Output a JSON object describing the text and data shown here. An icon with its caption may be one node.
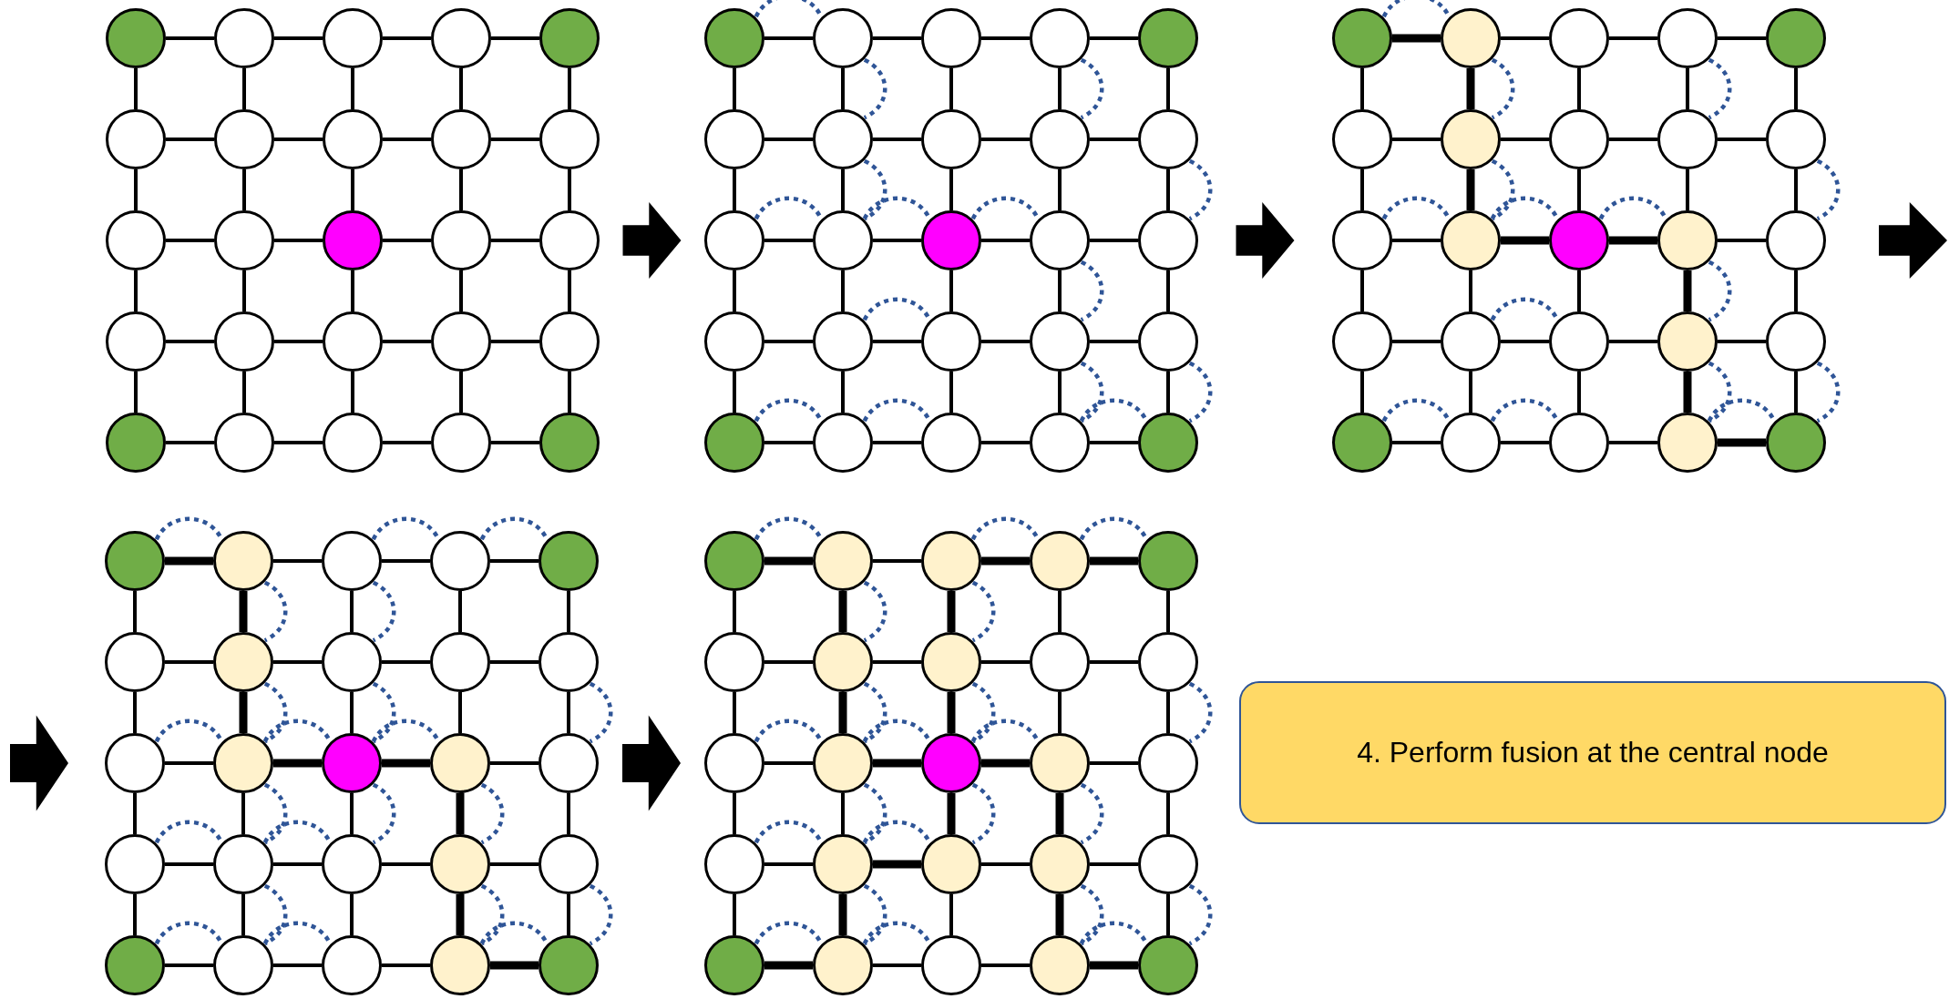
{
  "diagram": {
    "nodes": [
      {
        "text": [],
        "shape": "circle"
      },
      {
        "text": [],
        "shape": "circle"
      },
      {
        "text": [],
        "shape": "circle"
      },
      {
        "text": [],
        "shape": "circle"
      },
      {
        "text": [],
        "shape": "circle"
      },
      {
        "text": [],
        "shape": "circle"
      },
      {
        "text": [],
        "shape": "circle"
      },
      {
        "text": [],
        "shape": "circle"
      },
      {
        "text": [],
        "shape": "circle"
      },
      {
        "text": [],
        "shape": "circle"
      },
      {
        "text": [],
        "shape": "circle"
      },
      {
        "text": [],
        "shape": "circle"
      },
      {
        "text": [],
        "shape": "circle"
      },
      {
        "text": [],
        "shape": "circle"
      },
      {
        "text": [],
        "shape": "circle"
      },
      {
        "text": [],
        "shape": "circle"
      },
      {
        "text": [],
        "shape": "circle"
      },
      {
        "text": [],
        "shape": "circle"
      },
      {
        "text": [],
        "shape": "circle"
      },
      {
        "text": [],
        "shape": "circle"
      },
      {
        "text": [],
        "shape": "circle"
      },
      {
        "text": [],
        "shape": "circle"
      },
      {
        "text": [],
        "shape": "circle"
      },
      {
        "text": [],
        "shape": "circle"
      },
      {
        "text": [],
        "shape": "circle"
      },
      {
        "text": [],
        "shape": "circle"
      },
      {
        "text": [],
        "shape": "circle"
      },
      {
        "text": [],
        "shape": "circle"
      },
      {
        "text": [],
        "shape": "circle"
      },
      {
        "text": [],
        "shape": "circle"
      },
      {
        "text": [],
        "shape": "circle"
      },
      {
        "text": [],
        "shape": "circle"
      },
      {
        "text": [],
        "shape": "circle"
      },
      {
        "text": [],
        "shape": "circle"
      },
      {
        "text": [],
        "shape": "circle"
      },
      {
        "text": [],
        "shape": "circle"
      },
      {
        "text": [],
        "shape": "circle"
      },
      {
        "text": [],
        "shape": "circle"
      },
      {
        "text": [],
        "shape": "circle"
      },
      {
        "text": [],
        "shape": "circle"
      },
      {
        "text": [],
        "shape": "circle"
      },
      {
        "text": [],
        "shape": "circle"
      },
      {
        "text": [],
        "shape": "circle"
      },
      {
        "text": [],
        "shape": "circle"
      },
      {
        "text": [],
        "shape": "circle"
      },
      {
        "text": [],
        "shape": "circle"
      },
      {
        "text": [],
        "shape": "circle"
      },
      {
        "text": [],
        "shape": "circle"
      },
      {
        "text": [],
        "shape": "circle"
      },
      {
        "text": [],
        "shape": "circle"
      },
      {
        "text": [],
        "shape": "circle"
      },
      {
        "text": [],
        "shape": "circle"
      },
      {
        "text": [],
        "shape": "circle"
      },
      {
        "text": [],
        "shape": "circle"
      },
      {
        "text": [],
        "shape": "circle"
      },
      {
        "text": [],
        "shape": "circle"
      },
      {
        "text": [],
        "shape": "circle"
      },
      {
        "text": [],
        "shape": "circle"
      },
      {
        "text": [],
        "shape": "circle"
      },
      {
        "text": [],
        "shape": "circle"
      },
      {
        "text": [],
        "shape": "circle"
      },
      {
        "text": [],
        "shape": "circle"
      },
      {
        "text": [],
        "shape": "circle"
      },
      {
        "text": [],
        "shape": "circle"
      },
      {
        "text": [],
        "shape": "circle"
      },
      {
        "text": [],
        "shape": "circle"
      },
      {
        "text": [],
        "shape": "circle"
      },
      {
        "text": [],
        "shape": "circle"
      },
      {
        "text": [],
        "shape": "circle"
      },
      {
        "text": [],
        "shape": "circle"
      },
      {
        "text": [],
        "shape": "circle"
      },
      {
        "text": [],
        "shape": "circle"
      },
      {
        "text": [],
        "shape": "circle"
      },
      {
        "text": [],
        "shape": "circle"
      },
      {
        "text": [],
        "shape": "circle"
      },
      {
        "text": [],
        "shape": "circle"
      },
      {
        "text": [],
        "shape": "circle"
      },
      {
        "text": [],
        "shape": "circle"
      },
      {
        "text": [],
        "shape": "circle"
      },
      {
        "text": [],
        "shape": "circle"
      },
      {
        "text": [],
        "shape": "circle"
      },
      {
        "text": [],
        "shape": "circle"
      },
      {
        "text": [],
        "shape": "circle"
      },
      {
        "text": [],
        "shape": "circle"
      },
      {
        "text": [],
        "shape": "circle"
      },
      {
        "text": [],
        "shape": "circle"
      },
      {
        "text": [],
        "shape": "circle"
      },
      {
        "text": [],
        "shape": "circle"
      },
      {
        "text": [],
        "shape": "circle"
      },
      {
        "text": [],
        "shape": "circle"
      },
      {
        "text": [],
        "shape": "circle"
      },
      {
        "text": [],
        "shape": "circle"
      },
      {
        "text": [],
        "shape": "circle"
      },
      {
        "text": [],
        "shape": "circle"
      },
      {
        "text": [],
        "shape": "circle"
      },
      {
        "text": [],
        "shape": "circle"
      },
      {
        "text": [],
        "shape": "circle"
      },
      {
        "text": [],
        "shape": "circle"
      },
      {
        "text": [],
        "shape": "circle"
      },
      {
        "text": [],
        "shape": "circle"
      },
      {
        "text": [],
        "shape": "circle"
      },
      {
        "text": [],
        "shape": "circle"
      },
      {
        "text": [],
        "shape": "circle"
      },
      {
        "text": [],
        "shape": "circle"
      },
      {
        "text": [],
        "shape": "circle"
      },
      {
        "text": [],
        "shape": "circle"
      },
      {
        "text": [],
        "shape": "circle"
      },
      {
        "text": [],
        "shape": "circle"
      },
      {
        "text": [],
        "shape": "circle"
      },
      {
        "text": [],
        "shape": "circle"
      },
      {
        "text": [],
        "shape": "circle"
      },
      {
        "text": [],
        "shape": "circle"
      },
      {
        "text": [],
        "shape": "circle"
      },
      {
        "text": [],
        "shape": "circle"
      },
      {
        "text": [],
        "shape": "circle"
      },
      {
        "text": [],
        "shape": "circle"
      },
      {
        "text": [],
        "shape": "circle"
      },
      {
        "text": [],
        "shape": "circle"
      },
      {
        "text": [],
        "shape": "circle"
      },
      {
        "text": [],
        "shape": "circle"
      },
      {
        "text": [],
        "shape": "circle"
      },
      {
        "text": [],
        "shape": "circle"
      },
      {
        "text": [],
        "shape": "circle"
      },
      {
        "text": [],
        "shape": "circle"
      },
      {
        "text": [],
        "shape": "circle"
      },
      {
        "text": [
          "4. Perform fusion at the central node"
        ]
      }
    ],
    "edges": [
      {
        "from": 0,
        "to": 1,
        "arrow": "none"
      },
      {
        "from": 1,
        "to": 2,
        "arrow": "none"
      },
      {
        "from": 2,
        "to": 3,
        "arrow": "none"
      },
      {
        "from": 3,
        "to": 4,
        "arrow": "none"
      },
      {
        "from": 5,
        "to": 6,
        "arrow": "none"
      },
      {
        "from": 6,
        "to": 7,
        "arrow": "none"
      },
      {
        "from": 7,
        "to": 8,
        "arrow": "none"
      },
      {
        "from": 8,
        "to": 9,
        "arrow": "none"
      },
      {
        "from": 10,
        "to": 11,
        "arrow": "none"
      },
      {
        "from": 11,
        "to": 12,
        "arrow": "none"
      },
      {
        "from": 12,
        "to": 13,
        "arrow": "none"
      },
      {
        "from": 13,
        "to": 14,
        "arrow": "none"
      },
      {
        "from": 15,
        "to": 16,
        "arrow": "none"
      },
      {
        "from": 16,
        "to": 17,
        "arrow": "none"
      },
      {
        "from": 17,
        "to": 18,
        "arrow": "none"
      },
      {
        "from": 18,
        "to": 19,
        "arrow": "none"
      },
      {
        "from": 20,
        "to": 21,
        "arrow": "none"
      },
      {
        "from": 21,
        "to": 22,
        "arrow": "none"
      },
      {
        "from": 22,
        "to": 23,
        "arrow": "none"
      },
      {
        "from": 23,
        "to": 24,
        "arrow": "none"
      },
      {
        "from": 0,
        "to": 5,
        "arrow": "none"
      },
      {
        "from": 1,
        "to": 6,
        "arrow": "none"
      },
      {
        "from": 2,
        "to": 7,
        "arrow": "none"
      },
      {
        "from": 3,
        "to": 8,
        "arrow": "none"
      },
      {
        "from": 4,
        "to": 9,
        "arrow": "none"
      },
      {
        "from": 5,
        "to": 10,
        "arrow": "none"
      },
      {
        "from": 6,
        "to": 11,
        "arrow": "none"
      },
      {
        "from": 7,
        "to": 12,
        "arrow": "none"
      },
      {
        "from": 8,
        "to": 13,
        "arrow": "none"
      },
      {
        "from": 9,
        "to": 14,
        "arrow": "none"
      },
      {
        "from": 10,
        "to": 15,
        "arrow": "none"
      },
      {
        "from": 11,
        "to": 16,
        "arrow": "none"
      },
      {
        "from": 12,
        "to": 17,
        "arrow": "none"
      },
      {
        "from": 13,
        "to": 18,
        "arrow": "none"
      },
      {
        "from": 14,
        "to": 19,
        "arrow": "none"
      },
      {
        "from": 15,
        "to": 20,
        "arrow": "none"
      },
      {
        "from": 16,
        "to": 21,
        "arrow": "none"
      },
      {
        "from": 17,
        "to": 22,
        "arrow": "none"
      },
      {
        "from": 18,
        "to": 23,
        "arrow": "none"
      },
      {
        "from": 19,
        "to": 24,
        "arrow": "none"
      },
      {
        "from": 25,
        "to": 26,
        "arrow": "none"
      },
      {
        "from": 26,
        "to": 27,
        "arrow": "none"
      },
      {
        "from": 27,
        "to": 28,
        "arrow": "none"
      },
      {
        "from": 28,
        "to": 29,
        "arrow": "none"
      },
      {
        "from": 30,
        "to": 31,
        "arrow": "none"
      },
      {
        "from": 31,
        "to": 32,
        "arrow": "none"
      },
      {
        "from": 32,
        "to": 33,
        "arrow": "none"
      },
      {
        "from": 33,
        "to": 34,
        "arrow": "none"
      },
      {
        "from": 35,
        "to": 36,
        "arrow": "none"
      },
      {
        "from": 36,
        "to": 37,
        "arrow": "none"
      },
      {
        "from": 37,
        "to": 38,
        "arrow": "none"
      },
      {
        "from": 38,
        "to": 39,
        "arrow": "none"
      },
      {
        "from": 40,
        "to": 41,
        "arrow": "none"
      },
      {
        "from": 41,
        "to": 42,
        "arrow": "none"
      },
      {
        "from": 42,
        "to": 43,
        "arrow": "none"
      },
      {
        "from": 43,
        "to": 44,
        "arrow": "none"
      },
      {
        "from": 45,
        "to": 46,
        "arrow": "none"
      },
      {
        "from": 46,
        "to": 47,
        "arrow": "none"
      },
      {
        "from": 47,
        "to": 48,
        "arrow": "none"
      },
      {
        "from": 48,
        "to": 49,
        "arrow": "none"
      },
      {
        "from": 25,
        "to": 30,
        "arrow": "none"
      },
      {
        "from": 26,
        "to": 31,
        "arrow": "none"
      },
      {
        "from": 27,
        "to": 32,
        "arrow": "none"
      },
      {
        "from": 28,
        "to": 33,
        "arrow": "none"
      },
      {
        "from": 29,
        "to": 34,
        "arrow": "none"
      },
      {
        "from": 30,
        "to": 35,
        "arrow": "none"
      },
      {
        "from": 31,
        "to": 36,
        "arrow": "none"
      },
      {
        "from": 32,
        "to": 37,
        "arrow": "none"
      },
      {
        "from": 33,
        "to": 38,
        "arrow": "none"
      },
      {
        "from": 34,
        "to": 39,
        "arrow": "none"
      },
      {
        "from": 35,
        "to": 40,
        "arrow": "none"
      },
      {
        "from": 36,
        "to": 41,
        "arrow": "none"
      },
      {
        "from": 37,
        "to": 42,
        "arrow": "none"
      },
      {
        "from": 38,
        "to": 43,
        "arrow": "none"
      },
      {
        "from": 39,
        "to": 44,
        "arrow": "none"
      },
      {
        "from": 40,
        "to": 45,
        "arrow": "none"
      },
      {
        "from": 41,
        "to": 46,
        "arrow": "none"
      },
      {
        "from": 42,
        "to": 47,
        "arrow": "none"
      },
      {
        "from": 43,
        "to": 48,
        "arrow": "none"
      },
      {
        "from": 44,
        "to": 49,
        "arrow": "none"
      },
      {
        "from": 25,
        "to": 26,
        "arrow": "none",
        "style": "dashed",
        "color": "#2f5597"
      },
      {
        "from": 35,
        "to": 36,
        "arrow": "none",
        "style": "dashed",
        "color": "#2f5597"
      },
      {
        "from": 36,
        "to": 37,
        "arrow": "none",
        "style": "dashed",
        "color": "#2f5597"
      },
      {
        "from": 37,
        "to": 38,
        "arrow": "none",
        "style": "dashed",
        "color": "#2f5597"
      },
      {
        "from": 41,
        "to": 42,
        "arrow": "none",
        "style": "dashed",
        "color": "#2f5597"
      },
      {
        "from": 45,
        "to": 46,
        "arrow": "none",
        "style": "dashed",
        "color": "#2f5597"
      },
      {
        "from": 46,
        "to": 47,
        "arrow": "none",
        "style": "dashed",
        "color": "#2f5597"
      },
      {
        "from": 48,
        "to": 49,
        "arrow": "none",
        "style": "dashed",
        "color": "#2f5597"
      },
      {
        "from": 26,
        "to": 31,
        "arrow": "none",
        "style": "dashed",
        "color": "#2f5597"
      },
      {
        "from": 28,
        "to": 33,
        "arrow": "none",
        "style": "dashed",
        "color": "#2f5597"
      },
      {
        "from": 31,
        "to": 36,
        "arrow": "none",
        "style": "dashed",
        "color": "#2f5597"
      },
      {
        "from": 34,
        "to": 39,
        "arrow": "none",
        "style": "dashed",
        "color": "#2f5597"
      },
      {
        "from": 38,
        "to": 43,
        "arrow": "none",
        "style": "dashed",
        "color": "#2f5597"
      },
      {
        "from": 43,
        "to": 48,
        "arrow": "none",
        "style": "dashed",
        "color": "#2f5597"
      },
      {
        "from": 44,
        "to": 49,
        "arrow": "none",
        "style": "dashed",
        "color": "#2f5597"
      },
      {
        "from": 50,
        "to": 51,
        "arrow": "none",
        "style": "thick"
      },
      {
        "from": 51,
        "to": 52,
        "arrow": "none"
      },
      {
        "from": 52,
        "to": 53,
        "arrow": "none"
      },
      {
        "from": 53,
        "to": 54,
        "arrow": "none"
      },
      {
        "from": 55,
        "to": 56,
        "arrow": "none"
      },
      {
        "from": 56,
        "to": 57,
        "arrow": "none"
      },
      {
        "from": 57,
        "to": 58,
        "arrow": "none"
      },
      {
        "from": 58,
        "to": 59,
        "arrow": "none"
      },
      {
        "from": 60,
        "to": 61,
        "arrow": "none"
      },
      {
        "from": 61,
        "to": 62,
        "arrow": "none",
        "style": "thick"
      },
      {
        "from": 62,
        "to": 63,
        "arrow": "none",
        "style": "thick"
      },
      {
        "from": 63,
        "to": 64,
        "arrow": "none"
      },
      {
        "from": 65,
        "to": 66,
        "arrow": "none"
      },
      {
        "from": 66,
        "to": 67,
        "arrow": "none"
      },
      {
        "from": 67,
        "to": 68,
        "arrow": "none"
      },
      {
        "from": 68,
        "to": 69,
        "arrow": "none"
      },
      {
        "from": 70,
        "to": 71,
        "arrow": "none"
      },
      {
        "from": 71,
        "to": 72,
        "arrow": "none"
      },
      {
        "from": 72,
        "to": 73,
        "arrow": "none"
      },
      {
        "from": 73,
        "to": 74,
        "arrow": "none",
        "style": "thick"
      },
      {
        "from": 50,
        "to": 55,
        "arrow": "none"
      },
      {
        "from": 51,
        "to": 56,
        "arrow": "none",
        "style": "thick"
      },
      {
        "from": 52,
        "to": 57,
        "arrow": "none"
      },
      {
        "from": 53,
        "to": 58,
        "arrow": "none"
      },
      {
        "from": 54,
        "to": 59,
        "arrow": "none"
      },
      {
        "from": 55,
        "to": 60,
        "arrow": "none"
      },
      {
        "from": 56,
        "to": 61,
        "arrow": "none",
        "style": "thick"
      },
      {
        "from": 57,
        "to": 62,
        "arrow": "none"
      },
      {
        "from": 58,
        "to": 63,
        "arrow": "none"
      },
      {
        "from": 59,
        "to": 64,
        "arrow": "none"
      },
      {
        "from": 60,
        "to": 65,
        "arrow": "none"
      },
      {
        "from": 61,
        "to": 66,
        "arrow": "none"
      },
      {
        "from": 62,
        "to": 67,
        "arrow": "none"
      },
      {
        "from": 63,
        "to": 68,
        "arrow": "none",
        "style": "thick"
      },
      {
        "from": 64,
        "to": 69,
        "arrow": "none"
      },
      {
        "from": 65,
        "to": 70,
        "arrow": "none"
      },
      {
        "from": 66,
        "to": 71,
        "arrow": "none"
      },
      {
        "from": 67,
        "to": 72,
        "arrow": "none"
      },
      {
        "from": 68,
        "to": 73,
        "arrow": "none",
        "style": "thick"
      },
      {
        "from": 69,
        "to": 74,
        "arrow": "none"
      },
      {
        "from": 50,
        "to": 51,
        "arrow": "none",
        "style": "dashed",
        "color": "#2f5597"
      },
      {
        "from": 60,
        "to": 61,
        "arrow": "none",
        "style": "dashed",
        "color": "#2f5597"
      },
      {
        "from": 61,
        "to": 62,
        "arrow": "none",
        "style": "dashed",
        "color": "#2f5597"
      },
      {
        "from": 62,
        "to": 63,
        "arrow": "none",
        "style": "dashed",
        "color": "#2f5597"
      },
      {
        "from": 66,
        "to": 67,
        "arrow": "none",
        "style": "dashed",
        "color": "#2f5597"
      },
      {
        "from": 70,
        "to": 71,
        "arrow": "none",
        "style": "dashed",
        "color": "#2f5597"
      },
      {
        "from": 71,
        "to": 72,
        "arrow": "none",
        "style": "dashed",
        "color": "#2f5597"
      },
      {
        "from": 73,
        "to": 74,
        "arrow": "none",
        "style": "dashed",
        "color": "#2f5597"
      },
      {
        "from": 51,
        "to": 56,
        "arrow": "none",
        "style": "dashed",
        "color": "#2f5597"
      },
      {
        "from": 53,
        "to": 58,
        "arrow": "none",
        "style": "dashed",
        "color": "#2f5597"
      },
      {
        "from": 56,
        "to": 61,
        "arrow": "none",
        "style": "dashed",
        "color": "#2f5597"
      },
      {
        "from": 59,
        "to": 64,
        "arrow": "none",
        "style": "dashed",
        "color": "#2f5597"
      },
      {
        "from": 63,
        "to": 68,
        "arrow": "none",
        "style": "dashed",
        "color": "#2f5597"
      },
      {
        "from": 68,
        "to": 73,
        "arrow": "none",
        "style": "dashed",
        "color": "#2f5597"
      },
      {
        "from": 69,
        "to": 74,
        "arrow": "none",
        "style": "dashed",
        "color": "#2f5597"
      },
      {
        "from": 75,
        "to": 76,
        "arrow": "none",
        "style": "thick"
      },
      {
        "from": 76,
        "to": 77,
        "arrow": "none"
      },
      {
        "from": 77,
        "to": 78,
        "arrow": "none"
      },
      {
        "from": 78,
        "to": 79,
        "arrow": "none"
      },
      {
        "from": 80,
        "to": 81,
        "arrow": "none"
      },
      {
        "from": 81,
        "to": 82,
        "arrow": "none"
      },
      {
        "from": 82,
        "to": 83,
        "arrow": "none"
      },
      {
        "from": 83,
        "to": 84,
        "arrow": "none"
      },
      {
        "from": 85,
        "to": 86,
        "arrow": "none"
      },
      {
        "from": 86,
        "to": 87,
        "arrow": "none",
        "style": "thick"
      },
      {
        "from": 87,
        "to": 88,
        "arrow": "none",
        "style": "thick"
      },
      {
        "from": 88,
        "to": 89,
        "arrow": "none"
      },
      {
        "from": 90,
        "to": 91,
        "arrow": "none"
      },
      {
        "from": 91,
        "to": 92,
        "arrow": "none"
      },
      {
        "from": 92,
        "to": 93,
        "arrow": "none"
      },
      {
        "from": 93,
        "to": 94,
        "arrow": "none"
      },
      {
        "from": 95,
        "to": 96,
        "arrow": "none"
      },
      {
        "from": 96,
        "to": 97,
        "arrow": "none"
      },
      {
        "from": 97,
        "to": 98,
        "arrow": "none"
      },
      {
        "from": 98,
        "to": 99,
        "arrow": "none",
        "style": "thick"
      },
      {
        "from": 75,
        "to": 80,
        "arrow": "none"
      },
      {
        "from": 76,
        "to": 81,
        "arrow": "none",
        "style": "thick"
      },
      {
        "from": 77,
        "to": 82,
        "arrow": "none"
      },
      {
        "from": 78,
        "to": 83,
        "arrow": "none"
      },
      {
        "from": 79,
        "to": 84,
        "arrow": "none"
      },
      {
        "from": 80,
        "to": 85,
        "arrow": "none"
      },
      {
        "from": 81,
        "to": 86,
        "arrow": "none",
        "style": "thick"
      },
      {
        "from": 82,
        "to": 87,
        "arrow": "none"
      },
      {
        "from": 83,
        "to": 88,
        "arrow": "none"
      },
      {
        "from": 84,
        "to": 89,
        "arrow": "none"
      },
      {
        "from": 85,
        "to": 90,
        "arrow": "none"
      },
      {
        "from": 86,
        "to": 91,
        "arrow": "none"
      },
      {
        "from": 87,
        "to": 92,
        "arrow": "none"
      },
      {
        "from": 88,
        "to": 93,
        "arrow": "none",
        "style": "thick"
      },
      {
        "from": 89,
        "to": 94,
        "arrow": "none"
      },
      {
        "from": 90,
        "to": 95,
        "arrow": "none"
      },
      {
        "from": 91,
        "to": 96,
        "arrow": "none"
      },
      {
        "from": 92,
        "to": 97,
        "arrow": "none"
      },
      {
        "from": 93,
        "to": 98,
        "arrow": "none",
        "style": "thick"
      },
      {
        "from": 94,
        "to": 99,
        "arrow": "none"
      },
      {
        "from": 75,
        "to": 76,
        "arrow": "none",
        "style": "dashed",
        "color": "#2f5597"
      },
      {
        "from": 77,
        "to": 78,
        "arrow": "none",
        "style": "dashed",
        "color": "#2f5597"
      },
      {
        "from": 78,
        "to": 79,
        "arrow": "none",
        "style": "dashed",
        "color": "#2f5597"
      },
      {
        "from": 85,
        "to": 86,
        "arrow": "none",
        "style": "dashed",
        "color": "#2f5597"
      },
      {
        "from": 86,
        "to": 87,
        "arrow": "none",
        "style": "dashed",
        "color": "#2f5597"
      },
      {
        "from": 87,
        "to": 88,
        "arrow": "none",
        "style": "dashed",
        "color": "#2f5597"
      },
      {
        "from": 90,
        "to": 91,
        "arrow": "none",
        "style": "dashed",
        "color": "#2f5597"
      },
      {
        "from": 91,
        "to": 92,
        "arrow": "none",
        "style": "dashed",
        "color": "#2f5597"
      },
      {
        "from": 95,
        "to": 96,
        "arrow": "none",
        "style": "dashed",
        "color": "#2f5597"
      },
      {
        "from": 96,
        "to": 97,
        "arrow": "none",
        "style": "dashed",
        "color": "#2f5597"
      },
      {
        "from": 98,
        "to": 99,
        "arrow": "none",
        "style": "dashed",
        "color": "#2f5597"
      },
      {
        "from": 76,
        "to": 81,
        "arrow": "none",
        "style": "dashed",
        "color": "#2f5597"
      },
      {
        "from": 77,
        "to": 82,
        "arrow": "none",
        "style": "dashed",
        "color": "#2f5597"
      },
      {
        "from": 81,
        "to": 86,
        "arrow": "none",
        "style": "dashed",
        "color": "#2f5597"
      },
      {
        "from": 82,
        "to": 87,
        "arrow": "none",
        "style": "dashed",
        "color": "#2f5597"
      },
      {
        "from": 84,
        "to": 89,
        "arrow": "none",
        "style": "dashed",
        "color": "#2f5597"
      },
      {
        "from": 86,
        "to": 91,
        "arrow": "none",
        "style": "dashed",
        "color": "#2f5597"
      },
      {
        "from": 87,
        "to": 92,
        "arrow": "none",
        "style": "dashed",
        "color": "#2f5597"
      },
      {
        "from": 88,
        "to": 93,
        "arrow": "none",
        "style": "dashed",
        "color": "#2f5597"
      },
      {
        "from": 91,
        "to": 96,
        "arrow": "none",
        "style": "dashed",
        "color": "#2f5597"
      },
      {
        "from": 93,
        "to": 98,
        "arrow": "none",
        "style": "dashed",
        "color": "#2f5597"
      },
      {
        "from": 94,
        "to": 99,
        "arrow": "none",
        "style": "dashed",
        "color": "#2f5597"
      },
      {
        "from": 100,
        "to": 101,
        "arrow": "none",
        "style": "thick"
      },
      {
        "from": 101,
        "to": 102,
        "arrow": "none"
      },
      {
        "from": 102,
        "to": 103,
        "arrow": "none",
        "style": "thick"
      },
      {
        "from": 103,
        "to": 104,
        "arrow": "none",
        "style": "thick"
      },
      {
        "from": 105,
        "to": 106,
        "arrow": "none"
      },
      {
        "from": 106,
        "to": 107,
        "arrow": "none"
      },
      {
        "from": 107,
        "to": 108,
        "arrow": "none"
      },
      {
        "from": 108,
        "to": 109,
        "arrow": "none"
      },
      {
        "from": 110,
        "to": 111,
        "arrow": "none"
      },
      {
        "from": 111,
        "to": 112,
        "arrow": "none",
        "style": "thick"
      },
      {
        "from": 112,
        "to": 113,
        "arrow": "none",
        "style": "thick"
      },
      {
        "from": 113,
        "to": 114,
        "arrow": "none"
      },
      {
        "from": 115,
        "to": 116,
        "arrow": "none"
      },
      {
        "from": 116,
        "to": 117,
        "arrow": "none",
        "style": "thick"
      },
      {
        "from": 117,
        "to": 118,
        "arrow": "none"
      },
      {
        "from": 118,
        "to": 119,
        "arrow": "none"
      },
      {
        "from": 120,
        "to": 121,
        "arrow": "none",
        "style": "thick"
      },
      {
        "from": 121,
        "to": 122,
        "arrow": "none"
      },
      {
        "from": 122,
        "to": 123,
        "arrow": "none"
      },
      {
        "from": 123,
        "to": 124,
        "arrow": "none",
        "style": "thick"
      },
      {
        "from": 100,
        "to": 105,
        "arrow": "none"
      },
      {
        "from": 101,
        "to": 106,
        "arrow": "none",
        "style": "thick"
      },
      {
        "from": 102,
        "to": 107,
        "arrow": "none",
        "style": "thick"
      },
      {
        "from": 103,
        "to": 108,
        "arrow": "none"
      },
      {
        "from": 104,
        "to": 109,
        "arrow": "none"
      },
      {
        "from": 105,
        "to": 110,
        "arrow": "none"
      },
      {
        "from": 106,
        "to": 111,
        "arrow": "none",
        "style": "thick"
      },
      {
        "from": 107,
        "to": 112,
        "arrow": "none",
        "style": "thick"
      },
      {
        "from": 108,
        "to": 113,
        "arrow": "none"
      },
      {
        "from": 109,
        "to": 114,
        "arrow": "none"
      },
      {
        "from": 110,
        "to": 115,
        "arrow": "none"
      },
      {
        "from": 111,
        "to": 116,
        "arrow": "none"
      },
      {
        "from": 112,
        "to": 117,
        "arrow": "none",
        "style": "thick"
      },
      {
        "from": 113,
        "to": 118,
        "arrow": "none",
        "style": "thick"
      },
      {
        "from": 114,
        "to": 119,
        "arrow": "none"
      },
      {
        "from": 115,
        "to": 120,
        "arrow": "none"
      },
      {
        "from": 116,
        "to": 121,
        "arrow": "none",
        "style": "thick"
      },
      {
        "from": 117,
        "to": 122,
        "arrow": "none"
      },
      {
        "from": 118,
        "to": 123,
        "arrow": "none",
        "style": "thick"
      },
      {
        "from": 119,
        "to": 124,
        "arrow": "none"
      },
      {
        "from": 100,
        "to": 101,
        "arrow": "none",
        "style": "dashed",
        "color": "#2f5597"
      },
      {
        "from": 102,
        "to": 103,
        "arrow": "none",
        "style": "dashed",
        "color": "#2f5597"
      },
      {
        "from": 103,
        "to": 104,
        "arrow": "none",
        "style": "dashed",
        "color": "#2f5597"
      },
      {
        "from": 110,
        "to": 111,
        "arrow": "none",
        "style": "dashed",
        "color": "#2f5597"
      },
      {
        "from": 111,
        "to": 112,
        "arrow": "none",
        "style": "dashed",
        "color": "#2f5597"
      },
      {
        "from": 112,
        "to": 113,
        "arrow": "none",
        "style": "dashed",
        "color": "#2f5597"
      },
      {
        "from": 115,
        "to": 116,
        "arrow": "none",
        "style": "dashed",
        "color": "#2f5597"
      },
      {
        "from": 116,
        "to": 117,
        "arrow": "none",
        "style": "dashed",
        "color": "#2f5597"
      },
      {
        "from": 120,
        "to": 121,
        "arrow": "none",
        "style": "dashed",
        "color": "#2f5597"
      },
      {
        "from": 121,
        "to": 122,
        "arrow": "none",
        "style": "dashed",
        "color": "#2f5597"
      },
      {
        "from": 123,
        "to": 124,
        "arrow": "none",
        "style": "dashed",
        "color": "#2f5597"
      },
      {
        "from": 101,
        "to": 106,
        "arrow": "none",
        "style": "dashed",
        "color": "#2f5597"
      },
      {
        "from": 102,
        "to": 107,
        "arrow": "none",
        "style": "dashed",
        "color": "#2f5597"
      },
      {
        "from": 106,
        "to": 111,
        "arrow": "none",
        "style": "dashed",
        "color": "#2f5597"
      },
      {
        "from": 107,
        "to": 112,
        "arrow": "none",
        "style": "dashed",
        "color": "#2f5597"
      },
      {
        "from": 109,
        "to": 114,
        "arrow": "none",
        "style": "dashed",
        "color": "#2f5597"
      },
      {
        "from": 111,
        "to": 116,
        "arrow": "none",
        "style": "dashed",
        "color": "#2f5597"
      },
      {
        "from": 112,
        "to": 117,
        "arrow": "none",
        "style": "dashed",
        "color": "#2f5597"
      },
      {
        "from": 113,
        "to": 118,
        "arrow": "none",
        "style": "dashed",
        "color": "#2f5597"
      },
      {
        "from": 116,
        "to": 121,
        "arrow": "none",
        "style": "dashed",
        "color": "#2f5597"
      },
      {
        "from": 118,
        "to": 123,
        "arrow": "none",
        "style": "dashed",
        "color": "#2f5597"
      },
      {
        "from": 119,
        "to": 124,
        "arrow": "none",
        "style": "dashed",
        "color": "#2f5597"
      },
      {
        "from": 14,
        "to": 35,
        "arrow": "to",
        "style": "thick"
      },
      {
        "from": 39,
        "to": 60,
        "arrow": "to",
        "style": "thick"
      },
      {
        "from": 64,
        "to": null,
        "arrow": "to",
        "style": "thick"
      },
      {
        "from": null,
        "to": 85,
        "arrow": "to",
        "style": "thick"
      },
      {
        "from": 89,
        "to": 110,
        "arrow": "to",
        "style": "thick"
      }
    ]
  }
}
